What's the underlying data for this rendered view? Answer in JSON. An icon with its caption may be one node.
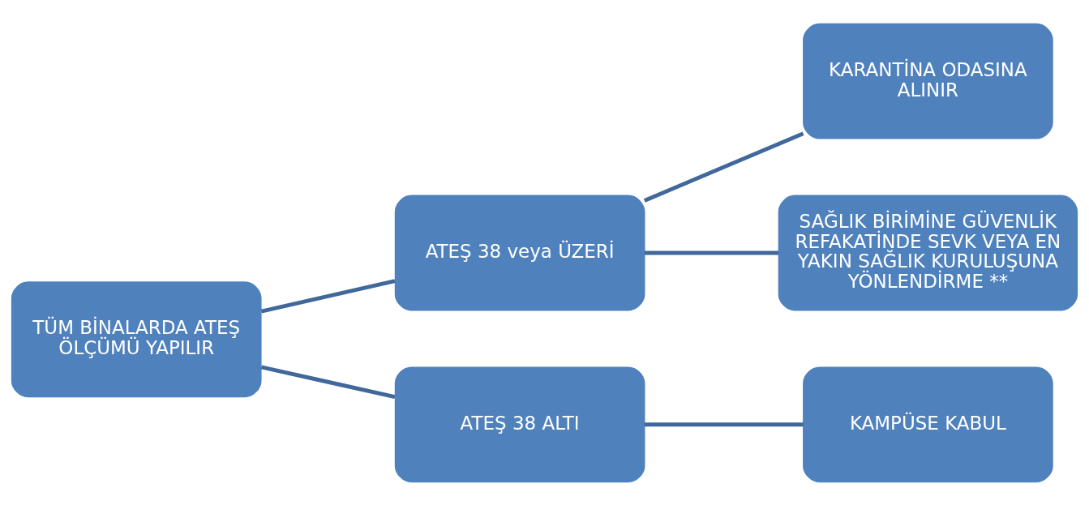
{
  "diagram": {
    "nodes": [
      {
        "text": [
          "TÜM BİNALARDA ATEŞ ÖLÇÜMÜ YAPILIR"
        ]
      },
      {
        "text": [
          "ATEŞ 38 veya ÜZERİ"
        ]
      },
      {
        "text": [
          "KARANTİNA ODASINA ALINIR"
        ]
      },
      {
        "text": [
          "SAĞLIK BİRİMİNE GÜVENLİK REFAKATİNDE SEVK VEYA EN YAKIN SAĞLIK KURULUŞUNA YÖNLENDİRME **"
        ]
      },
      {
        "text": [
          "ATEŞ 38 ALTI"
        ]
      },
      {
        "text": [
          "KAMPÜSE KABUL"
        ]
      }
    ],
    "edges": [
      {
        "from": 0,
        "to": 1,
        "arrow": "none"
      },
      {
        "from": 0,
        "to": 4,
        "arrow": "none"
      },
      {
        "from": 1,
        "to": 2,
        "arrow": "none"
      },
      {
        "from": 1,
        "to": 3,
        "arrow": "none"
      },
      {
        "from": 4,
        "to": 5,
        "arrow": "none"
      }
    ]
  }
}
